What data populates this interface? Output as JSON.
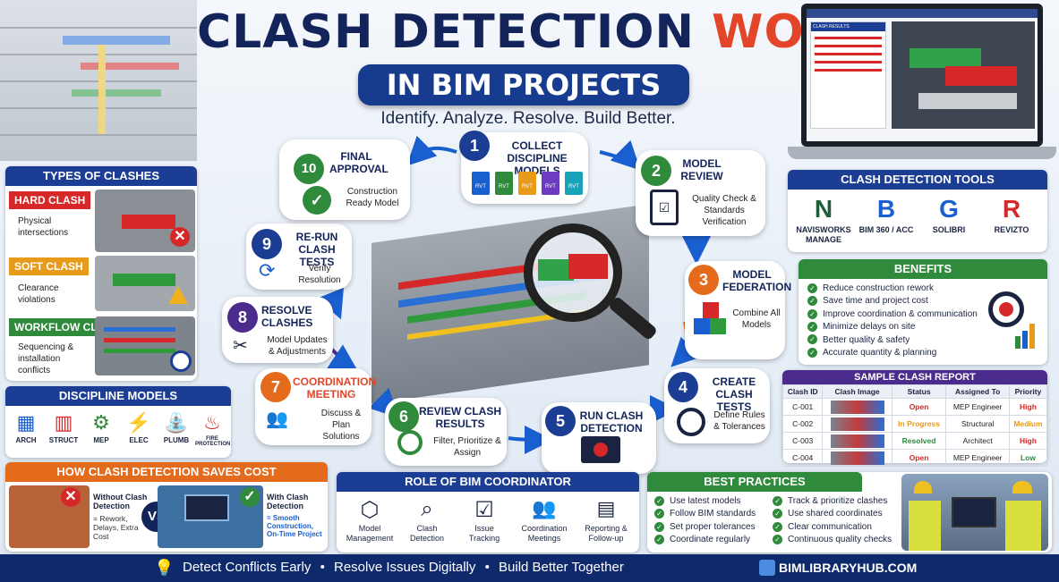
{
  "header": {
    "title_part1": "CLASH DETECTION",
    "title_part2": "WORKFLOW",
    "subtitle": "IN BIM PROJECTS",
    "tagline": "Identify. Analyze. Resolve. Build Better."
  },
  "types_of_clashes": {
    "title": "TYPES OF CLASHES",
    "items": [
      {
        "label": "HARD CLASH",
        "desc": "Physical intersections",
        "color": "#d62828"
      },
      {
        "label": "SOFT CLASH",
        "desc": "Clearance violations",
        "color": "#e89a1a"
      },
      {
        "label": "WORKFLOW CLASH",
        "desc": "Sequencing & installation conflicts",
        "color": "#2f8a3c"
      }
    ]
  },
  "discipline_models": {
    "title": "DISCIPLINE MODELS",
    "items": [
      "ARCH",
      "STRUCT",
      "MEP",
      "ELEC",
      "PLUMB",
      "FIRE PROTECTION"
    ]
  },
  "cost": {
    "title": "HOW CLASH DETECTION SAVES COST",
    "without_title": "Without Clash Detection",
    "without_desc": "= Rework, Delays, Extra Cost",
    "vs": "VS",
    "with_title": "With Clash Detection",
    "with_desc": "= Smooth Construction, On-Time Project"
  },
  "workflow": {
    "steps": [
      {
        "num": "1",
        "title": "COLLECT DISCIPLINE MODELS",
        "desc": "",
        "color": "#1b3e94"
      },
      {
        "num": "2",
        "title": "MODEL REVIEW",
        "desc": "Quality Check & Standards Verification",
        "color": "#2f8a3c"
      },
      {
        "num": "3",
        "title": "MODEL FEDERATION",
        "desc": "Combine All Models",
        "color": "#e46a1c"
      },
      {
        "num": "4",
        "title": "CREATE CLASH TESTS",
        "desc": "Define Rules & Tolerances",
        "color": "#1b3e94"
      },
      {
        "num": "5",
        "title": "RUN CLASH DETECTION",
        "desc": "",
        "color": "#1b3e94"
      },
      {
        "num": "6",
        "title": "REVIEW CLASH RESULTS",
        "desc": "Filter, Prioritize & Assign",
        "color": "#2f8a3c"
      },
      {
        "num": "7",
        "title": "COORDINATION MEETING",
        "desc": "Discuss & Plan Solutions",
        "color": "#e46a1c"
      },
      {
        "num": "8",
        "title": "RESOLVE CLASHES",
        "desc": "Model Updates & Adjustments",
        "color": "#4b2c8c"
      },
      {
        "num": "9",
        "title": "RE-RUN CLASH TESTS",
        "desc": "Verify Resolution",
        "color": "#1b3e94"
      },
      {
        "num": "10",
        "title": "FINAL APPROVAL",
        "desc": "Construction Ready Model",
        "color": "#2f8a3c"
      }
    ],
    "rvt_label": "RVT"
  },
  "tools": {
    "title": "CLASH DETECTION TOOLS",
    "items": [
      {
        "name": "NAVISWORKS MANAGE",
        "glyph": "N",
        "color": "#1e5e3a"
      },
      {
        "name": "BIM 360 / ACC",
        "glyph": "B",
        "color": "#1a5fd0"
      },
      {
        "name": "SOLIBRI",
        "glyph": "G",
        "color": "#1a5fd0"
      },
      {
        "name": "REVIZTO",
        "glyph": "R",
        "color": "#d62828"
      }
    ]
  },
  "benefits": {
    "title": "BENEFITS",
    "items": [
      "Reduce construction rework",
      "Save time and project cost",
      "Improve coordination & communication",
      "Minimize delays on site",
      "Better quality & safety",
      "Accurate quantity & planning"
    ]
  },
  "report": {
    "title": "SAMPLE CLASH REPORT",
    "columns": [
      "Clash ID",
      "Clash Image",
      "Status",
      "Assigned To",
      "Priority"
    ],
    "rows": [
      {
        "id": "C-001",
        "status": "Open",
        "status_color": "#d62828",
        "assigned": "MEP Engineer",
        "priority": "High",
        "priority_color": "#d62828"
      },
      {
        "id": "C-002",
        "status": "In Progress",
        "status_color": "#e89a1a",
        "assigned": "Structural",
        "priority": "Medium",
        "priority_color": "#e89a1a"
      },
      {
        "id": "C-003",
        "status": "Resolved",
        "status_color": "#2f8a3c",
        "assigned": "Architect",
        "priority": "High",
        "priority_color": "#d62828"
      },
      {
        "id": "C-004",
        "status": "Open",
        "status_color": "#d62828",
        "assigned": "MEP Engineer",
        "priority": "Low",
        "priority_color": "#2f8a3c"
      }
    ]
  },
  "coordinator": {
    "title": "ROLE OF BIM COORDINATOR",
    "items": [
      "Model Management",
      "Clash Detection",
      "Issue Tracking",
      "Coordination Meetings",
      "Reporting & Follow-up"
    ]
  },
  "best_practices": {
    "title": "BEST PRACTICES",
    "col1": [
      "Use latest models",
      "Follow BIM standards",
      "Set proper tolerances",
      "Coordinate regularly"
    ],
    "col2": [
      "Track & prioritize clashes",
      "Use shared coordinates",
      "Clear communication",
      "Continuous quality checks"
    ]
  },
  "laptop": {
    "panel_title": "CLASH RESULTS"
  },
  "footer": {
    "items": [
      "Detect Conflicts Early",
      "Resolve Issues Digitally",
      "Build Better Together"
    ],
    "sep": "•",
    "brand": "BIMLIBRARYHUB.COM"
  }
}
